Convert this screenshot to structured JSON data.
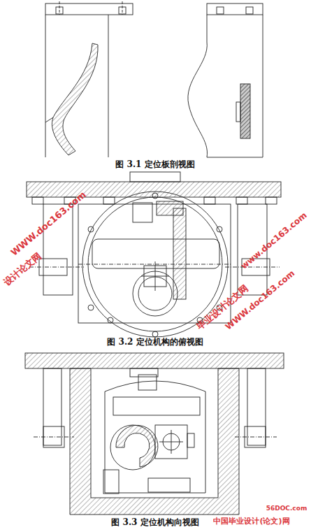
{
  "diagram": {
    "labels": [
      "图 3.1 定位板剖视图",
      "图 3.2 定位机构的俯视图",
      "图 3.3 定位机构向视图",
      "设计论文网",
      "WWW.doc163.com",
      "www.doc163.com",
      "毕业设计论文网",
      "WWW.doc163.com",
      "56DOC.com",
      "中国毕业设计(论文)网"
    ]
  }
}
